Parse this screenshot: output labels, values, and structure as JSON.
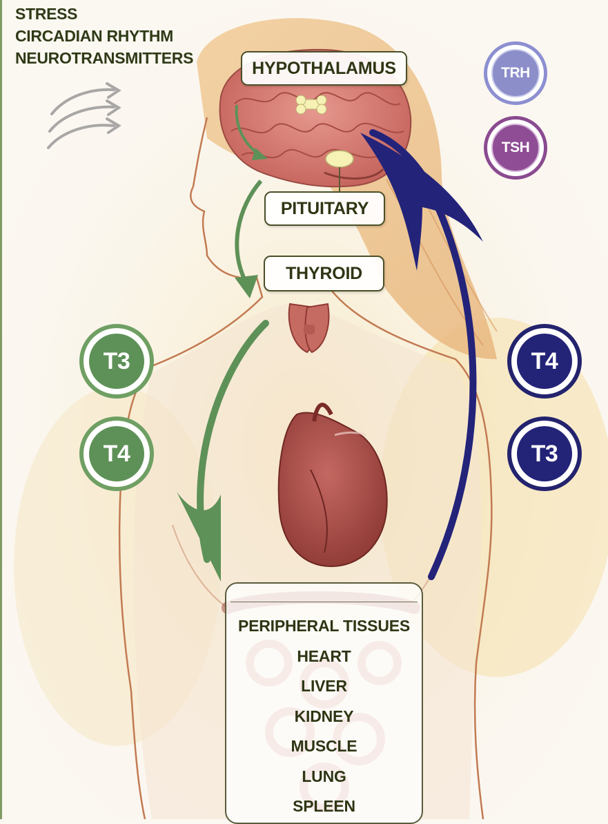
{
  "influences": [
    "STRESS",
    "CIRCADIAN RHYTHM",
    "NEUROTRANSMITTERS"
  ],
  "organs": {
    "hypothalamus": "HYPOTHALAMUS",
    "pituitary": "PITUITARY",
    "thyroid": "THYROID"
  },
  "hormone_badges": {
    "trh": "TRH",
    "tsh": "TSH",
    "left_t3": "T3",
    "left_t4": "T4",
    "right_t4": "T4",
    "right_t3": "T3"
  },
  "peripheral": {
    "heading": "PERIPHERAL TISSUES",
    "items": [
      "HEART",
      "LIVER",
      "KIDNEY",
      "MUSCLE",
      "LUNG",
      "SPLEEN"
    ]
  },
  "colors": {
    "feedforward_arrow": "#5e9158",
    "feedback_arrow": "#23237a",
    "trh": "#8b8ec9",
    "tsh": "#8e4d94",
    "label_text": "#2e3614",
    "gland_marker": "#f6f1b4"
  }
}
